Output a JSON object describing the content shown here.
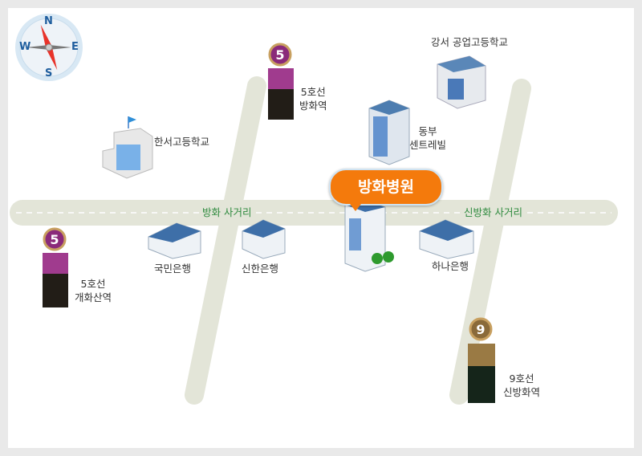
{
  "compass": {
    "n": "N",
    "s": "S",
    "e": "E",
    "w": "W"
  },
  "roads": {
    "bangwha": "방화 사거리",
    "sinbangwha": "신방화 사거리"
  },
  "destination": {
    "label": "방화병원",
    "color": "#f47a0c"
  },
  "landmarks": {
    "hanseo": "한서고등학교",
    "gangseo": "강서 공업고등학교",
    "dongbu_1": "동부",
    "dongbu_2": "센트레빌",
    "kookmin": "국민은행",
    "shinhan": "신한은행",
    "hana": "하나은행"
  },
  "stations": {
    "bangwha": {
      "line": "5",
      "l1": "5호선",
      "l2": "방화역"
    },
    "gaehwasan": {
      "line": "5",
      "l1": "5호선",
      "l2": "개화산역"
    },
    "sinbangwha": {
      "line": "9",
      "l1": "9호선",
      "l2": "신방화역"
    }
  }
}
